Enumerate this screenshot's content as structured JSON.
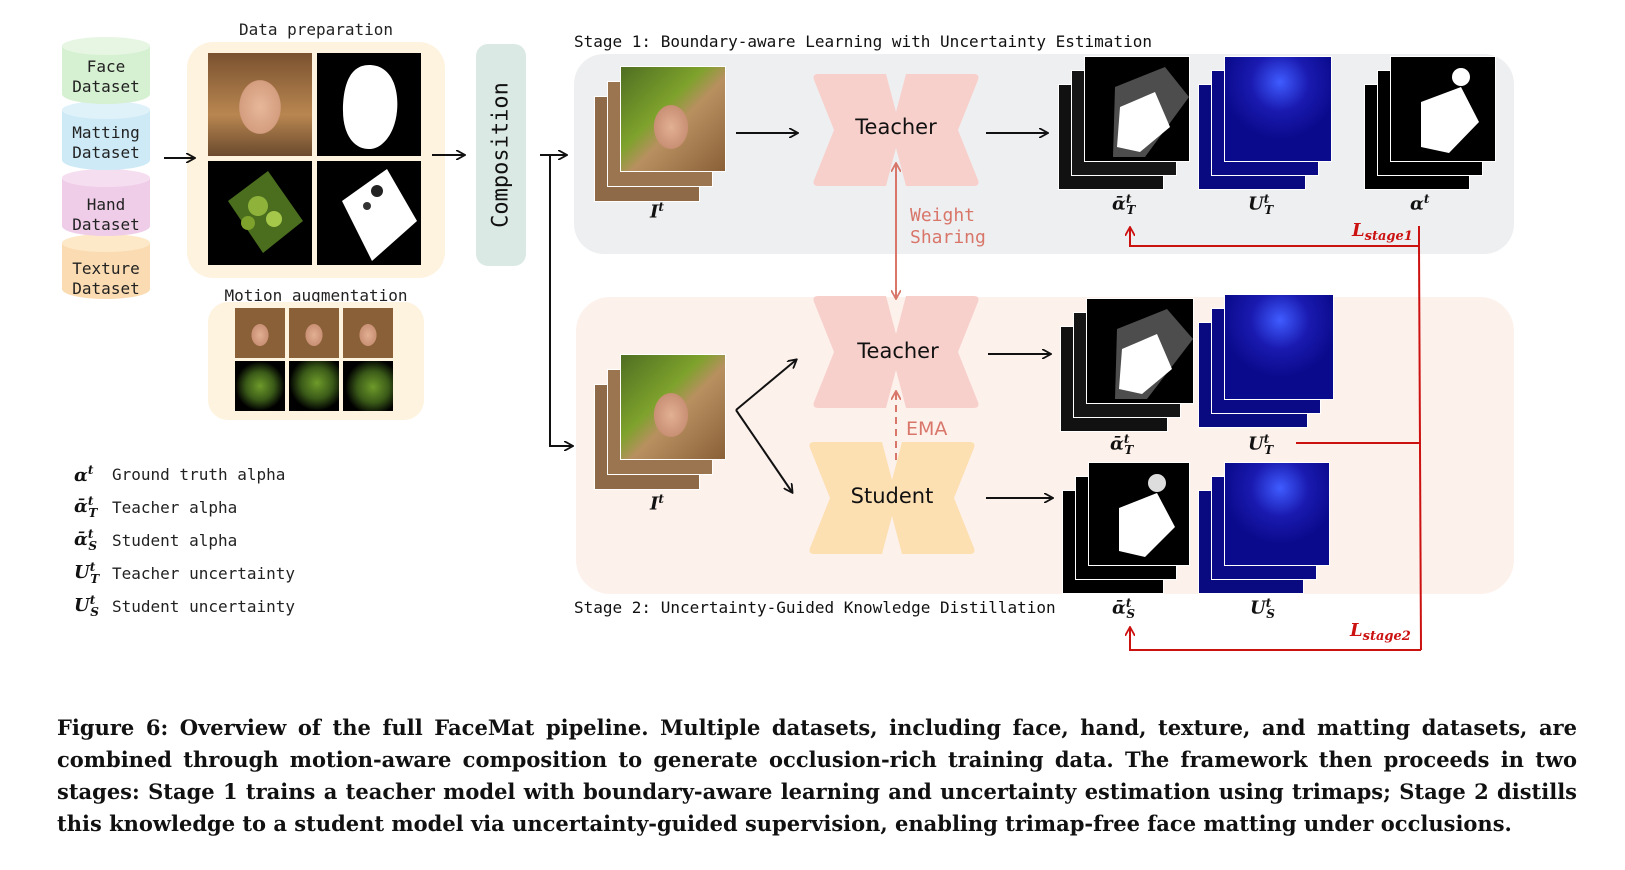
{
  "datasets": [
    {
      "line1": "Face",
      "line2": "Dataset",
      "color": "#d6f0d2"
    },
    {
      "line1": "Matting",
      "line2": "Dataset",
      "color": "#cdeaf6"
    },
    {
      "line1": "Hand",
      "line2": "Dataset",
      "color": "#efcde8"
    },
    {
      "line1": "Texture",
      "line2": "Dataset",
      "color": "#fbdcb2"
    }
  ],
  "data_prep": {
    "title": "Data preparation"
  },
  "motion": {
    "title": "Motion augmentation"
  },
  "composition": {
    "label": "Composition"
  },
  "stage1": {
    "title": "Stage 1: Boundary-aware Learning with Uncertainty Estimation",
    "teacher": "Teacher",
    "input_label": "I",
    "input_sup": "t",
    "out_alpha_T": {
      "base": "ᾱ",
      "sup": "t",
      "sub": "T"
    },
    "out_U_T": {
      "base": "U",
      "sup": "t",
      "sub": "T"
    },
    "out_alpha_gt": {
      "base": "α",
      "sup": "t"
    },
    "loss": {
      "base": "L",
      "sub": "stage1"
    }
  },
  "weight_sharing": {
    "line1": "Weight",
    "line2": "Sharing"
  },
  "ema": {
    "label": "EMA"
  },
  "stage2": {
    "title": "Stage 2: Uncertainty-Guided Knowledge Distillation",
    "teacher": "Teacher",
    "student": "Student",
    "input_label": "I",
    "input_sup": "t",
    "out_alpha_T": {
      "base": "ᾱ",
      "sup": "t",
      "sub": "T"
    },
    "out_U_T": {
      "base": "U",
      "sup": "t",
      "sub": "T"
    },
    "out_alpha_S": {
      "base": "ᾱ",
      "sup": "t",
      "sub": "S"
    },
    "out_U_S": {
      "base": "U",
      "sup": "t",
      "sub": "S"
    },
    "loss": {
      "base": "L",
      "sub": "stage2"
    }
  },
  "legend": [
    {
      "base": "α",
      "sup": "t",
      "sub": "",
      "text": "Ground truth alpha"
    },
    {
      "base": "ᾱ",
      "sup": "t",
      "sub": "T",
      "text": "Teacher alpha"
    },
    {
      "base": "ᾱ",
      "sup": "t",
      "sub": "S",
      "text": "Student alpha"
    },
    {
      "base": "U",
      "sup": "t",
      "sub": "T",
      "text": "Teacher uncertainty"
    },
    {
      "base": "U",
      "sup": "t",
      "sub": "S",
      "text": "Student uncertainty"
    }
  ],
  "caption": "Figure 6: Overview of the full FaceMat pipeline. Multiple datasets, including face, hand, texture, and matting datasets, are combined through motion-aware composition to generate occlusion-rich training data. The framework then proceeds in two stages: Stage 1 trains a teacher model with boundary-aware learning and uncertainty estimation using trimaps; Stage 2 distills this knowledge to a student model via uncertainty-guided supervision, enabling trimap-free face matting under occlusions.",
  "colors": {
    "stage1_bg": "#eeeff1",
    "stage2_bg": "#fdf1ec",
    "teacher": "#f7d0cc",
    "student": "#fde0b2",
    "composition": "#dbe9e4",
    "prep_bg": "#fdf3df",
    "loss_red": "#cc1111",
    "dashed": "#d8766a"
  }
}
